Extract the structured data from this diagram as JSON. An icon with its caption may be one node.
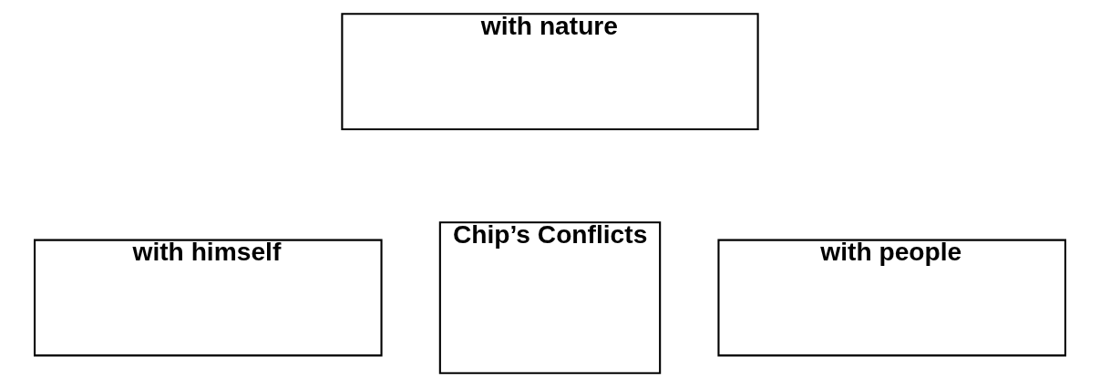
{
  "diagram": {
    "nodes": [
      {
        "text": [
          "with nature"
        ]
      },
      {
        "text": [
          "with himself"
        ]
      },
      {
        "text": [
          "Chip’s Conflicts"
        ]
      },
      {
        "text": [
          "with people"
        ]
      }
    ]
  }
}
